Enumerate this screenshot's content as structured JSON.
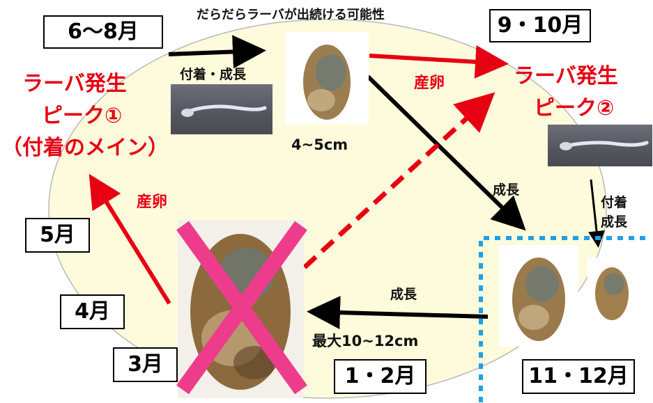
{
  "top_note": "だらだらラーバが出続ける可能性",
  "months": {
    "jun_aug": "6～8月",
    "sep_oct": "9・10月",
    "may": "5月",
    "apr": "4月",
    "mar": "3月",
    "jan_feb": "1・2月",
    "nov_dec": "11・12月"
  },
  "peak1": {
    "line1": "ラーバ発生",
    "line2": "ピーク①",
    "line3": "（付着のメイン）"
  },
  "peak2": {
    "line1": "ラーバ発生",
    "line2": "ピーク②"
  },
  "labels": {
    "attach_grow": "付着・成長",
    "size_small": "4~5cm",
    "spawn_right": "産卵",
    "spawn_left": "産卵",
    "grow_diag": "成長",
    "attach": "付着",
    "grow_right": "成長",
    "grow_bottom": "成長",
    "size_max": "最大10~12cm"
  },
  "colors": {
    "spawn": "#e60012",
    "cycle_bg": "#fdfbdc",
    "dotted_frame": "#1fa0e6",
    "cross": "#ee3c8c"
  }
}
